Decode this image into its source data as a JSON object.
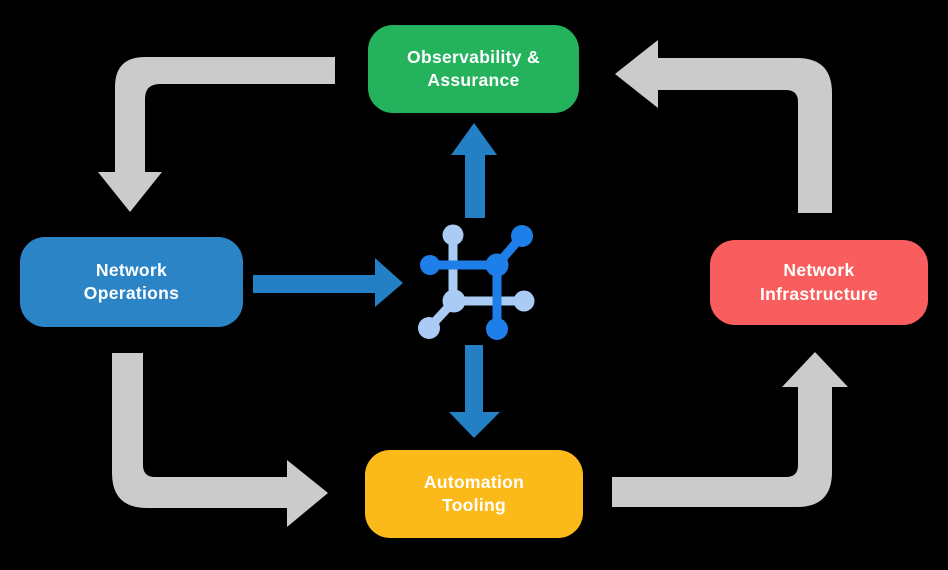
{
  "diagram": {
    "description": "Network automation cycle diagram",
    "nodes": {
      "observability": {
        "lines": [
          "Observability &",
          "Assurance"
        ],
        "color": "#24B25D"
      },
      "operations": {
        "lines": [
          "Network",
          "Operations"
        ],
        "color": "#2A84C6"
      },
      "infrastructure": {
        "lines": [
          "Network",
          "Infrastructure"
        ],
        "color": "#FA5D5D"
      },
      "automation": {
        "lines": [
          "Automation",
          "Tooling"
        ],
        "color": "#FCBA1A"
      }
    },
    "center_icon": {
      "name": "network-fabric-icon",
      "dark_color": "#1F7FEA",
      "light_color": "#A9CBF4"
    },
    "connections": [
      {
        "from": "Observability & Assurance",
        "to": "Network Operations",
        "style": "gray-elbow",
        "points": "down"
      },
      {
        "from": "Network Operations",
        "to": "Automation Tooling",
        "style": "gray-elbow",
        "points": "right"
      },
      {
        "from": "Automation Tooling",
        "to": "Network Infrastructure",
        "style": "gray-elbow",
        "points": "up"
      },
      {
        "from": "Network Infrastructure",
        "to": "Observability & Assurance",
        "style": "gray-elbow",
        "points": "left"
      },
      {
        "from": "Network Operations",
        "to": "center-icon",
        "style": "blue-straight",
        "points": "right"
      },
      {
        "from": "center-icon",
        "to": "Observability & Assurance",
        "style": "blue-straight",
        "points": "up"
      },
      {
        "from": "center-icon",
        "to": "Automation Tooling",
        "style": "blue-straight",
        "points": "down"
      }
    ]
  },
  "colors": {
    "background": "#000000",
    "arrow_gray": "#CBCBCB",
    "arrow_blue": "#2380C4",
    "label_text": "#FFFFFF"
  }
}
